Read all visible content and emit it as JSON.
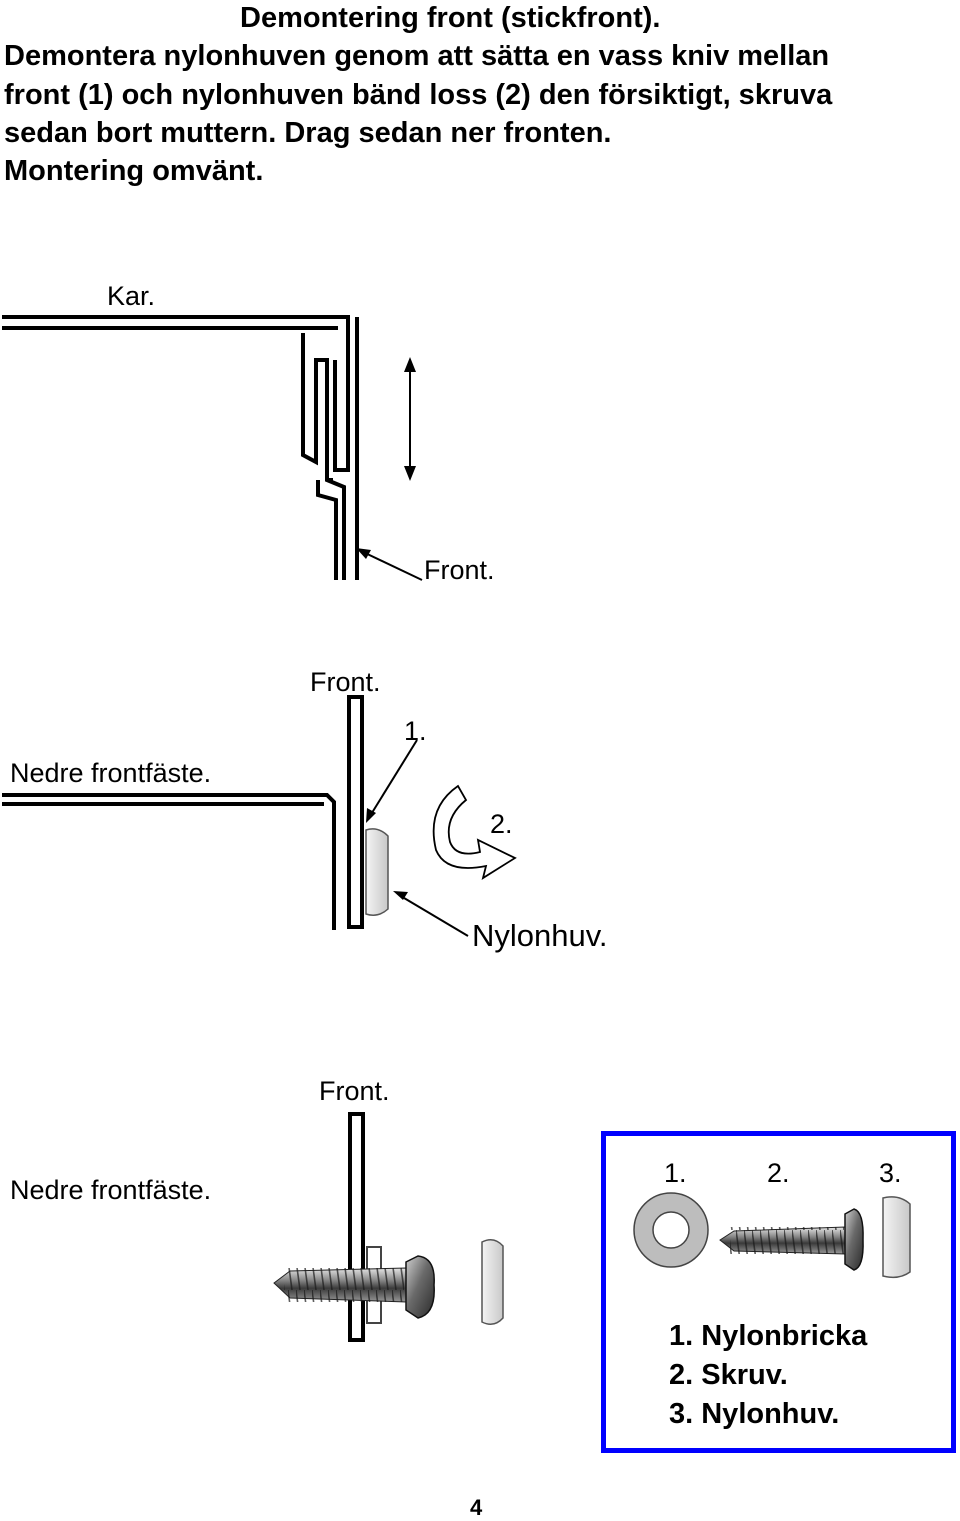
{
  "document": {
    "title": "Demontering front (stickfront).",
    "paragraph_lines": [
      "Demontera nylonhuven genom att sätta en vass kniv mellan",
      "front (1) och nylonhuven bänd loss (2) den försiktigt, skruva",
      "sedan bort muttern. Drag sedan ner fronten.",
      "Montering omvänt."
    ],
    "page_number": "4"
  },
  "figure1": {
    "kar_label": "Kar.",
    "front_label": "Front."
  },
  "figure2": {
    "front_label": "Front.",
    "bracket_label": "Nedre frontfäste.",
    "marker_1": "1.",
    "marker_2": "2.",
    "cap_label": "Nylonhuv."
  },
  "figure3": {
    "front_label": "Front.",
    "bracket_label": "Nedre frontfäste.",
    "parts_box": {
      "numbers": [
        "1.",
        "2.",
        "3."
      ],
      "legend": [
        "1. Nylonbricka",
        "2. Skruv.",
        "3. Nylonhuv."
      ],
      "border_color": "#0000ff"
    }
  }
}
